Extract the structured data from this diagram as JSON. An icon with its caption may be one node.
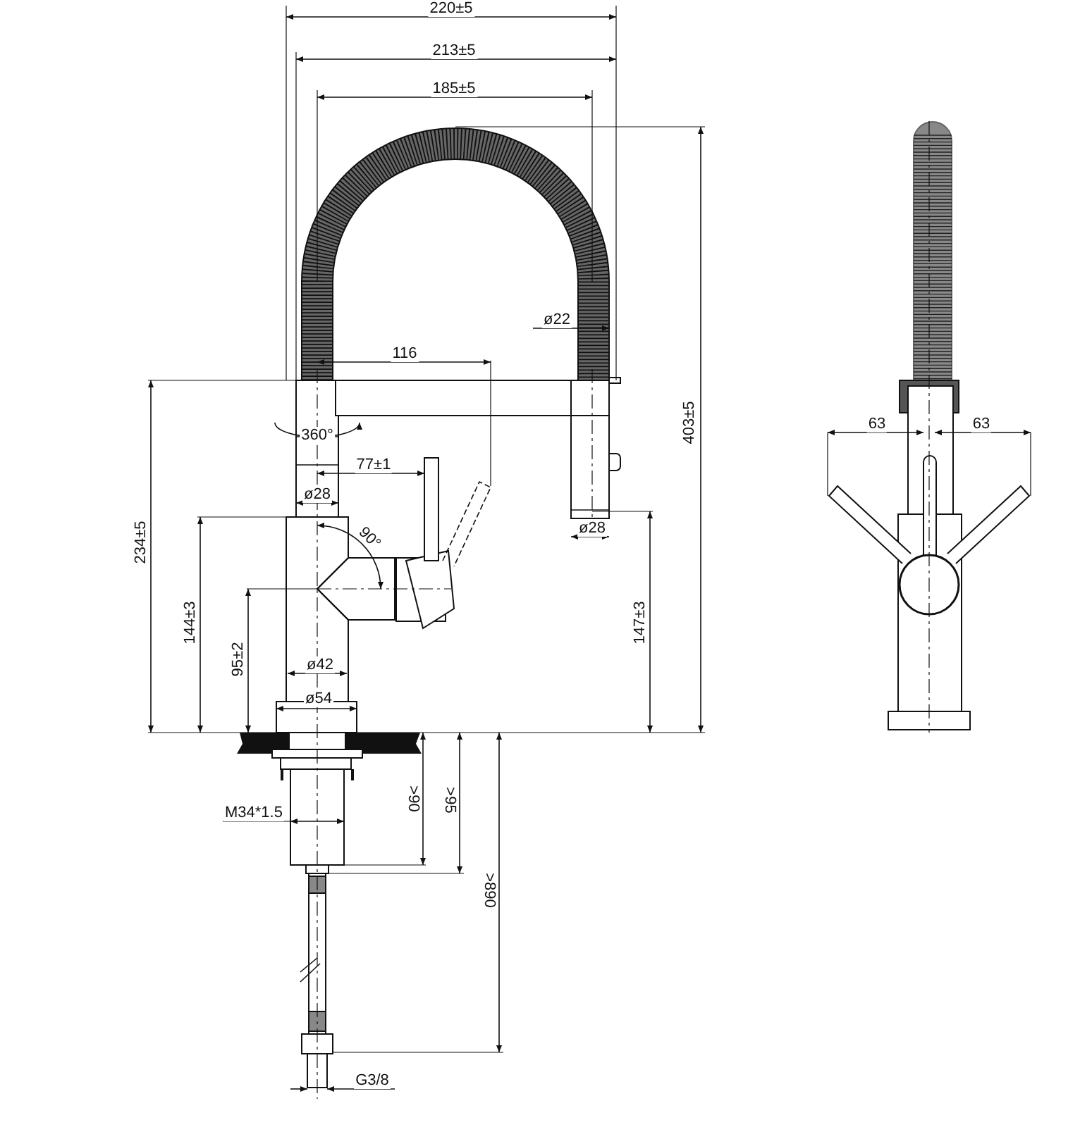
{
  "diagram": {
    "labels": [
      "220±5",
      "213±5",
      "185±5",
      "ø22",
      "116",
      "403±5",
      "360°",
      "77±1",
      "ø28",
      "ø28",
      "90°",
      "234±5",
      "144±3",
      "147±3",
      "95±2",
      "ø42",
      "ø54",
      ">90",
      ">95",
      ">890",
      "M34*1.5",
      "G3/8",
      "63",
      "63"
    ]
  }
}
